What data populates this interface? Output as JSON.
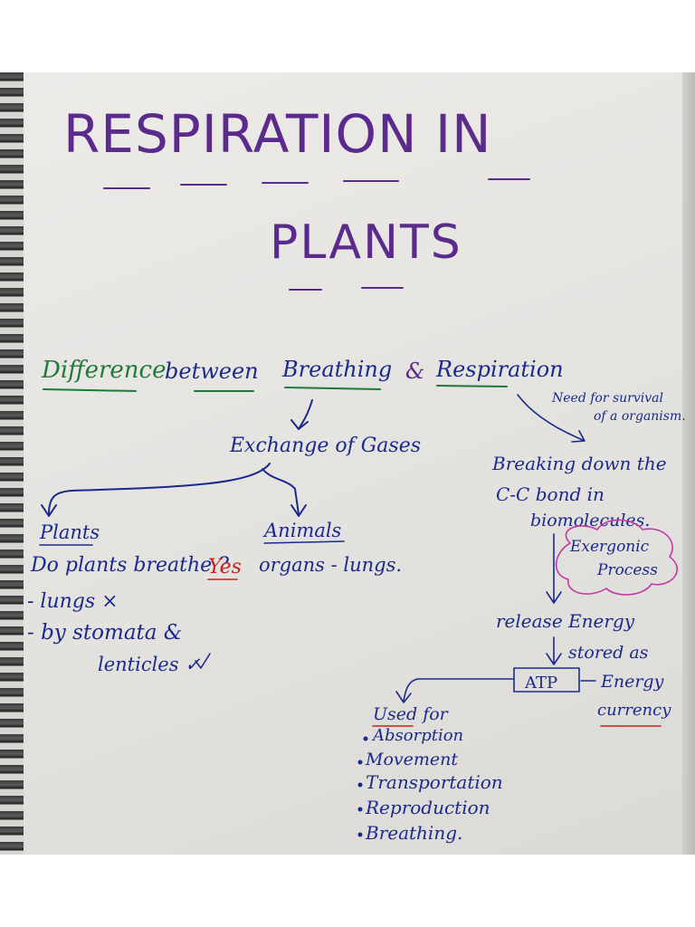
{
  "title": {
    "line1": "RESPIRATION IN",
    "line2": "PLANTS"
  },
  "heading": {
    "word1": "Difference",
    "word2": "between",
    "word3": "Breathing",
    "amp": "&",
    "word4": "Respiration"
  },
  "left": {
    "exchange": "Exchange of Gases",
    "plants": "Plants",
    "animals": "Animals",
    "question": "Do plants breathe ?",
    "answer": "Yes",
    "organs": "organs - lungs.",
    "lungs": "- lungs ×",
    "stomata": "- by stomata &",
    "lenticles": "lenticles ✓"
  },
  "right": {
    "need": "Need for survival",
    "need2": "of a organism.",
    "breaking": "Breaking down the",
    "cc": "C-C bond in",
    "bio": "biomolecules.",
    "exergonic1": "Exergonic",
    "exergonic2": "Process",
    "release": "release Energy",
    "stored": "stored as",
    "atp": "ATP",
    "energy": "Energy",
    "currency": "currency",
    "used_for": "Used for",
    "uses": [
      "Absorption",
      "Movement",
      "Transportation",
      "Reproduction",
      "Breathing."
    ]
  },
  "colors": {
    "purple": "#5a2a8c",
    "blue": "#1a2a8c",
    "green": "#1f7a3a",
    "red": "#c0241d"
  }
}
